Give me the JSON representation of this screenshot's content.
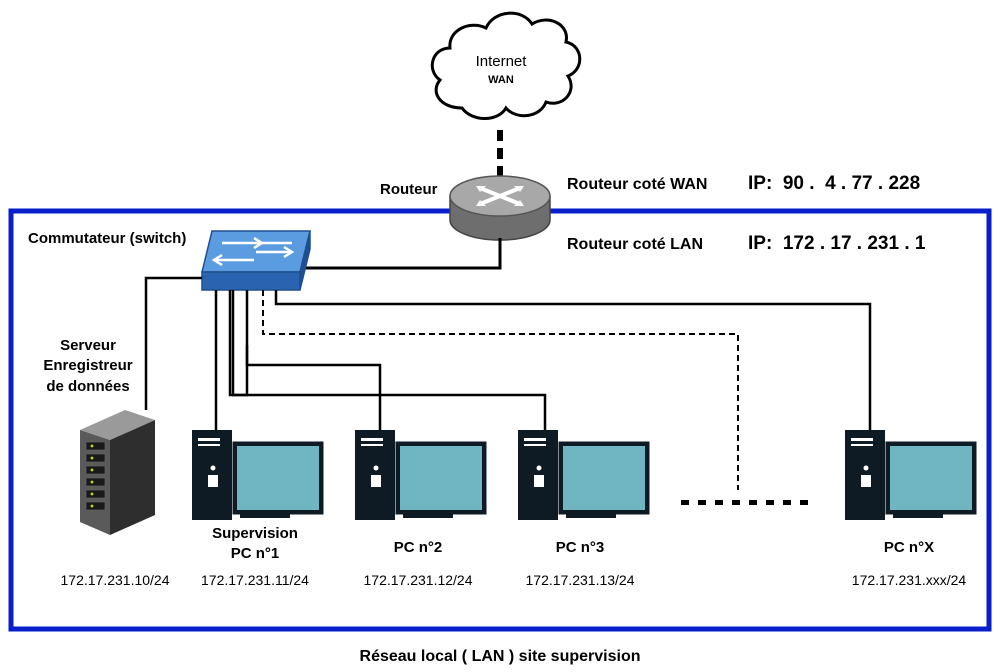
{
  "diagram": {
    "internet": {
      "line1": "Internet",
      "line2": "WAN",
      "icon": "cloud-icon"
    },
    "router": {
      "label": "Routeur",
      "icon": "router-icon",
      "wan_label": "Routeur coté WAN",
      "wan_ip": "IP:  90 .  4 . 77 . 228",
      "lan_label": "Routeur coté LAN",
      "lan_ip": "IP:  172 . 17 . 231 . 1"
    },
    "switch": {
      "label": "Commutateur (switch)",
      "icon": "network-switch-icon"
    },
    "server": {
      "line1": "Serveur",
      "line2": "Enregistreur",
      "line3": "de données",
      "ip": "172.17.231.10/24",
      "icon": "server-rack-icon"
    },
    "pcs": [
      {
        "line1": "Supervision",
        "line2": "PC n°1",
        "ip": "172.17.231.11/24",
        "icon": "desktop-pc-icon"
      },
      {
        "line1": "",
        "line2": "PC n°2",
        "ip": "172.17.231.12/24",
        "icon": "desktop-pc-icon"
      },
      {
        "line1": "",
        "line2": "PC n°3",
        "ip": "172.17.231.13/24",
        "icon": "desktop-pc-icon"
      },
      {
        "line1": "",
        "line2": "PC n°X",
        "ip": "172.17.231.xxx/24",
        "icon": "desktop-pc-icon"
      }
    ],
    "lan_caption": "Réseau local ( LAN ) site supervision",
    "colors": {
      "lan_border": "#0a1fcc",
      "monitor_screen": "#6fb6c2",
      "tower": "#0f1b24",
      "switch": "#3a7fd0",
      "router": "#8b8b8b"
    }
  }
}
